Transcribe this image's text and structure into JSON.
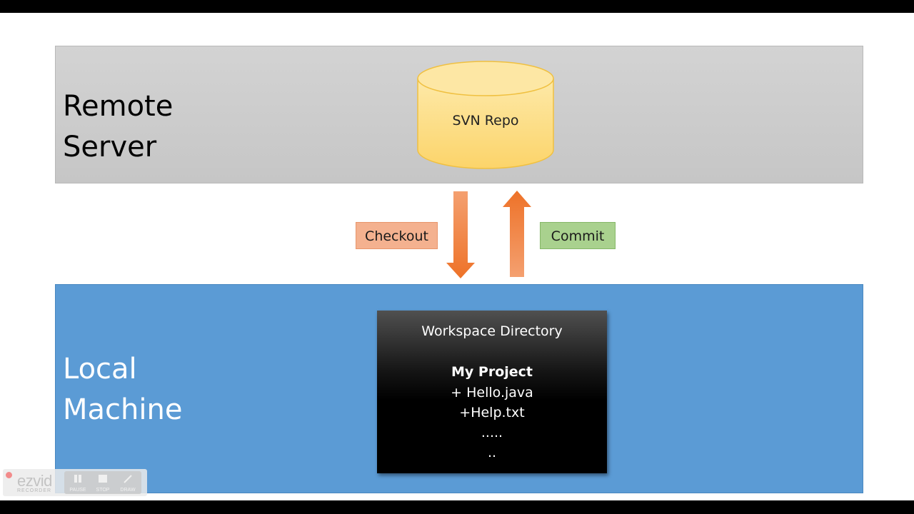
{
  "remote": {
    "label": "Remote\nServer",
    "repo": "SVN Repo",
    "repo_color": "#fdd876"
  },
  "transfer": {
    "checkout": "Checkout",
    "commit": "Commit",
    "arrow_color": "#ed7d31"
  },
  "local": {
    "label": "Local\nMachine",
    "panel_color": "#5b9bd5"
  },
  "workspace": {
    "title": "Workspace Directory",
    "project": "My Project",
    "lines": [
      "+ Hello.java",
      "+Help.txt",
      ".....",
      ".."
    ]
  },
  "recorder": {
    "brand": "ezvid",
    "sub": "RECORDER",
    "buttons": [
      "PAUSE",
      "STOP",
      "DRAW"
    ]
  }
}
